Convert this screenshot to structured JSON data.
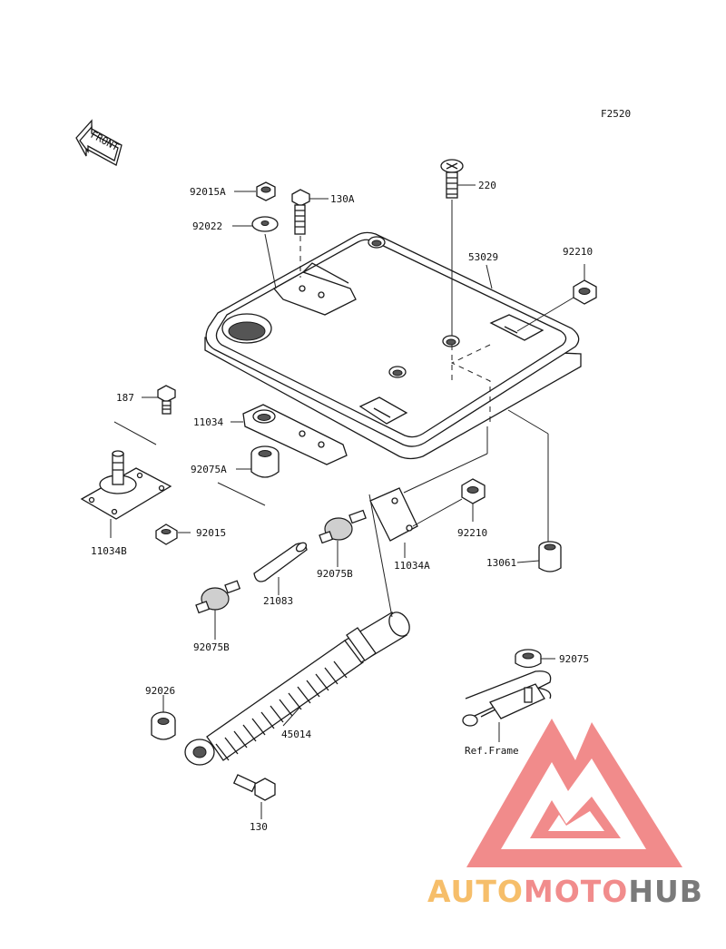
{
  "figure_code": "F2520",
  "front_arrow_label": "FRONT",
  "parts": {
    "p92015A": "92015A",
    "p130A": "130A",
    "p220": "220",
    "p92022": "92022",
    "p53029": "53029",
    "p92210_top": "92210",
    "p187": "187",
    "p11034": "11034",
    "p92075A": "92075A",
    "p11034B": "11034B",
    "p92015": "92015",
    "p92210_mid": "92210",
    "p92075B_mid": "92075B",
    "p11034A": "11034A",
    "p13061": "13061",
    "p21083": "21083",
    "p92075B_low": "92075B",
    "p92075": "92075",
    "p92026": "92026",
    "p45014": "45014",
    "p130": "130",
    "ref_frame": "Ref.Frame"
  },
  "watermark": {
    "part1": "AUTO",
    "part2": "MOTO",
    "part3": "HUB",
    "color_part1": "#f5b75a",
    "color_part2": "#ef7f7f",
    "color_part3": "#6b6b6b",
    "logo_color": "#ee6b6b"
  }
}
